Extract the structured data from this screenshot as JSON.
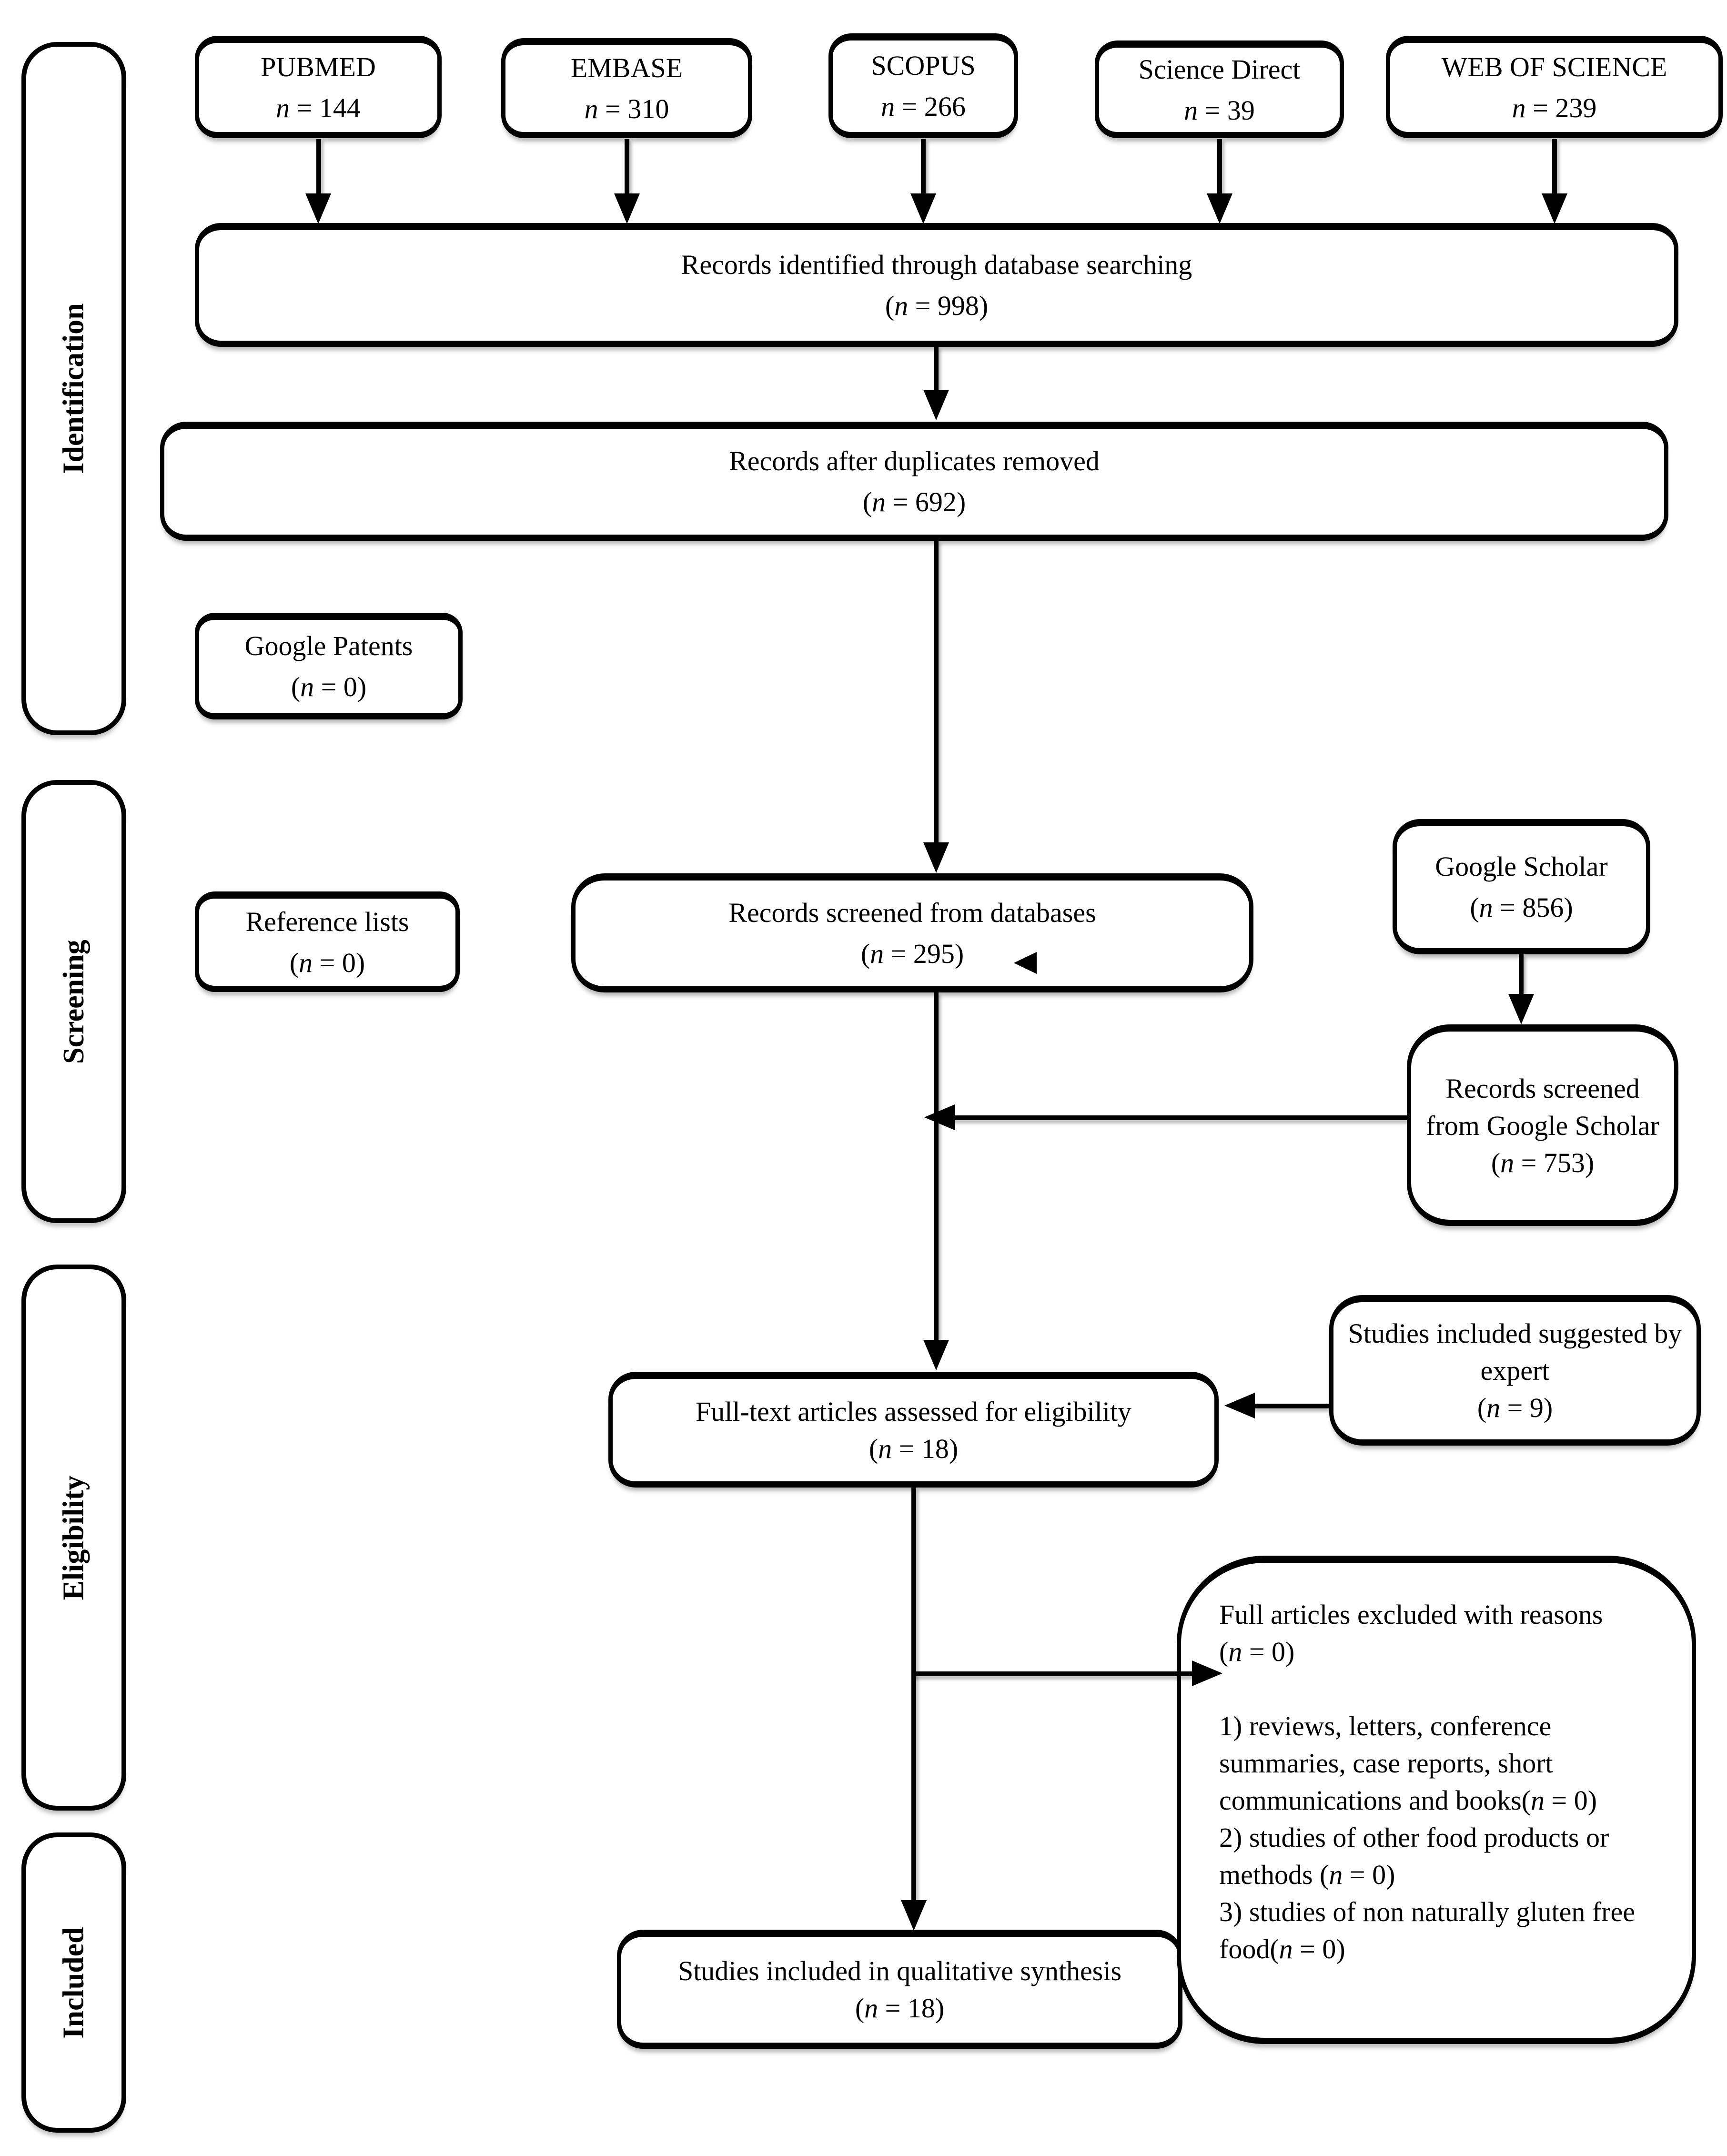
{
  "figure": {
    "stages": [
      {
        "label": "Identification"
      },
      {
        "label": "Screening"
      },
      {
        "label": "Eligibility"
      },
      {
        "label": "Included"
      }
    ],
    "sources": [
      {
        "name": "PUBMED",
        "count": "n = 144"
      },
      {
        "name": "EMBASE",
        "count": "n = 310"
      },
      {
        "name": "SCOPUS",
        "count": "n = 266"
      },
      {
        "name": "Science Direct",
        "count": "n = 39"
      },
      {
        "name": "WEB OF SCIENCE",
        "count": "n = 239"
      }
    ],
    "boxes": {
      "identified": {
        "title": "Records identified through database searching",
        "count": "(n = 998)"
      },
      "deduplicated": {
        "title": "Records after duplicates removed",
        "count": "(n = 692)"
      },
      "google_patents": {
        "title": "Google Patents",
        "count": "(n = 0)"
      },
      "reference_lists": {
        "title": "Reference lists",
        "count": "(n = 0)"
      },
      "screened_databases": {
        "title": "Records screened from databases",
        "count": "(n = 295)"
      },
      "google_scholar": {
        "title": "Google Scholar",
        "count": "(n = 856)"
      },
      "screened_google_scholar": {
        "title": "Records screened from Google Scholar",
        "count": "(n = 753)"
      },
      "fulltext": {
        "title": "Full-text articles assessed for eligibility",
        "count": "(n = 18)"
      },
      "expert": {
        "title": "Studies included suggested by expert",
        "count": "(n = 9)"
      },
      "excluded": {
        "title": "Full articles excluded with reasons",
        "count": "(n = 0)",
        "reasons": [
          "1) reviews, letters, conference summaries, case reports, short communications and books(n = 0)",
          "2) studies of other food products or methods (n = 0)",
          "3) studies of non naturally gluten free food(n = 0)"
        ]
      },
      "qualitative": {
        "title": "Studies included in qualitative synthesis",
        "count": "(n = 18)"
      }
    }
  }
}
